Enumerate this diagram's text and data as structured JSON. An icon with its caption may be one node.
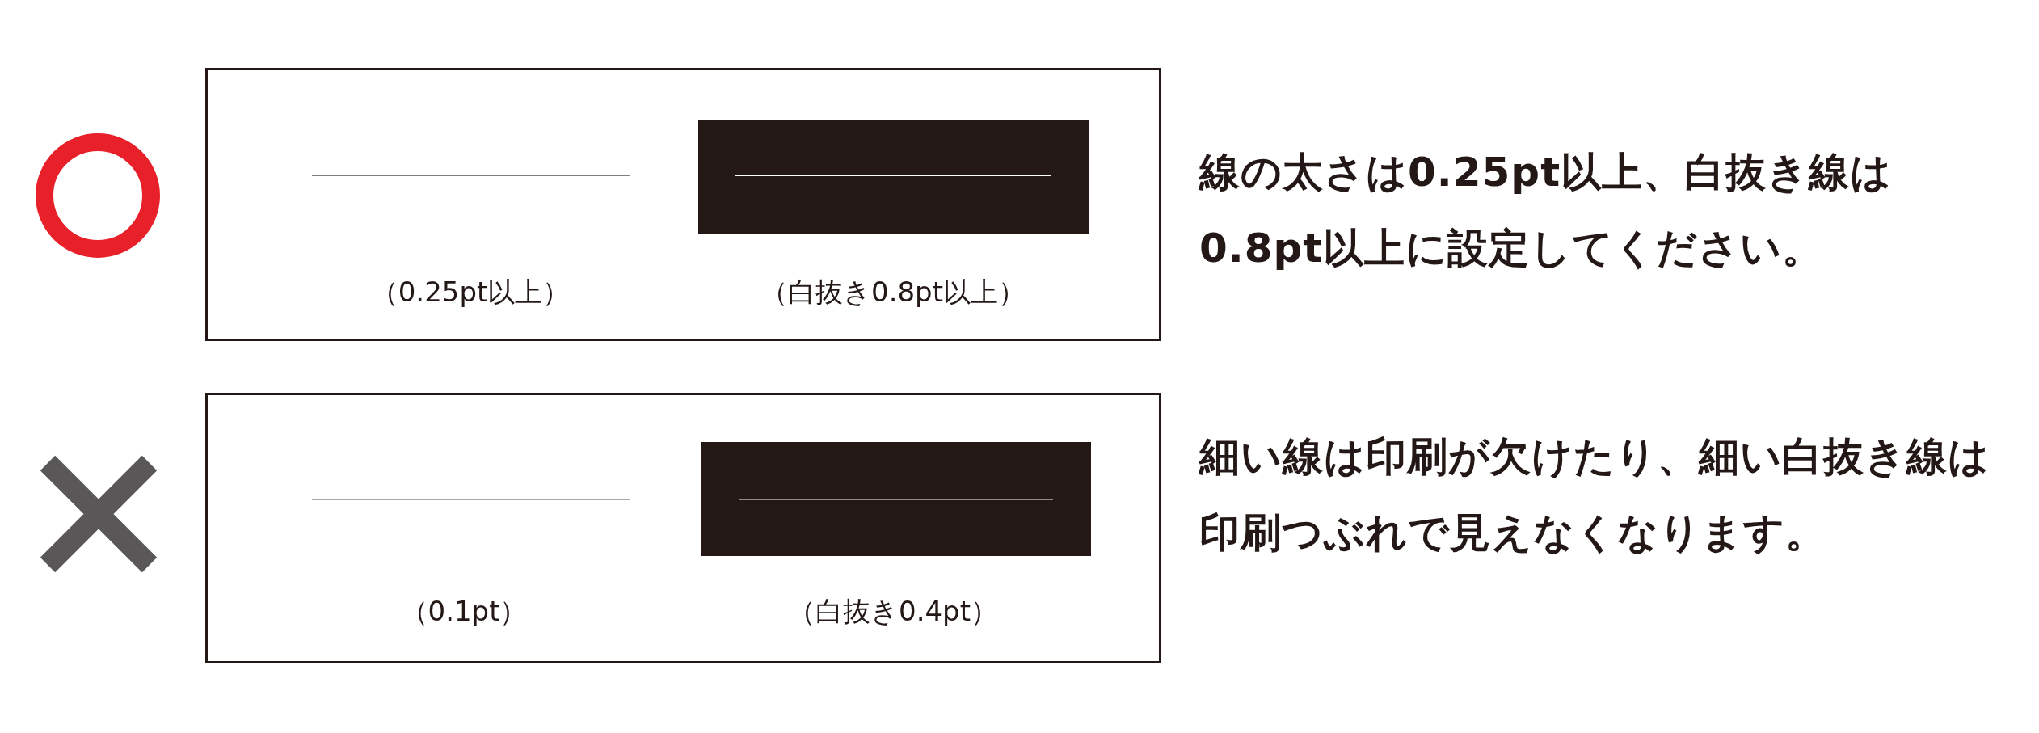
{
  "diagram": {
    "nodes": [
      {
        "text": [
          "（0.25pt以上）",
          "（白抜き0.8pt以上）"
        ],
        "beside": [
          "線の太さは0.25pt以上、白抜き線は0.8pt以上に設定してください。"
        ]
      },
      {
        "text": [
          "（0.1pt）",
          "（白抜き0.4pt）"
        ],
        "beside": [
          "細い線は印刷が欠けたり、細い白抜き線は印刷つぶれで見えなくなります。"
        ]
      }
    ]
  }
}
